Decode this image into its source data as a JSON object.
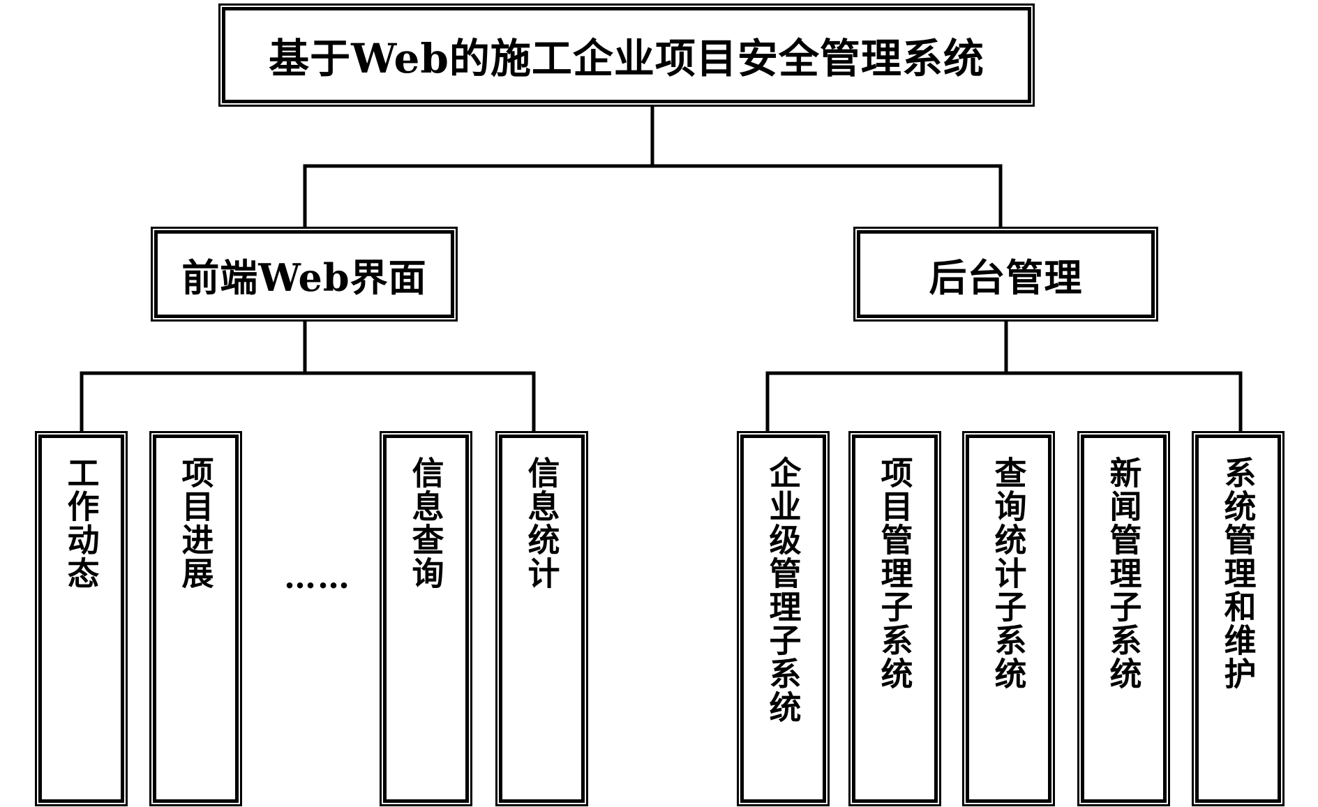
{
  "root": {
    "label": "基于Web的施工企业项目安全管理系统"
  },
  "branches": [
    {
      "label": "前端Web界面",
      "children": [
        "工作动态",
        "项目进展",
        "信息查询",
        "信息统计"
      ],
      "ellipsis": "……"
    },
    {
      "label": "后台管理",
      "children": [
        "企业级管理子系统",
        "项目管理子系统",
        "查询统计子系统",
        "新闻管理子系统",
        "系统管理和维护"
      ]
    }
  ]
}
